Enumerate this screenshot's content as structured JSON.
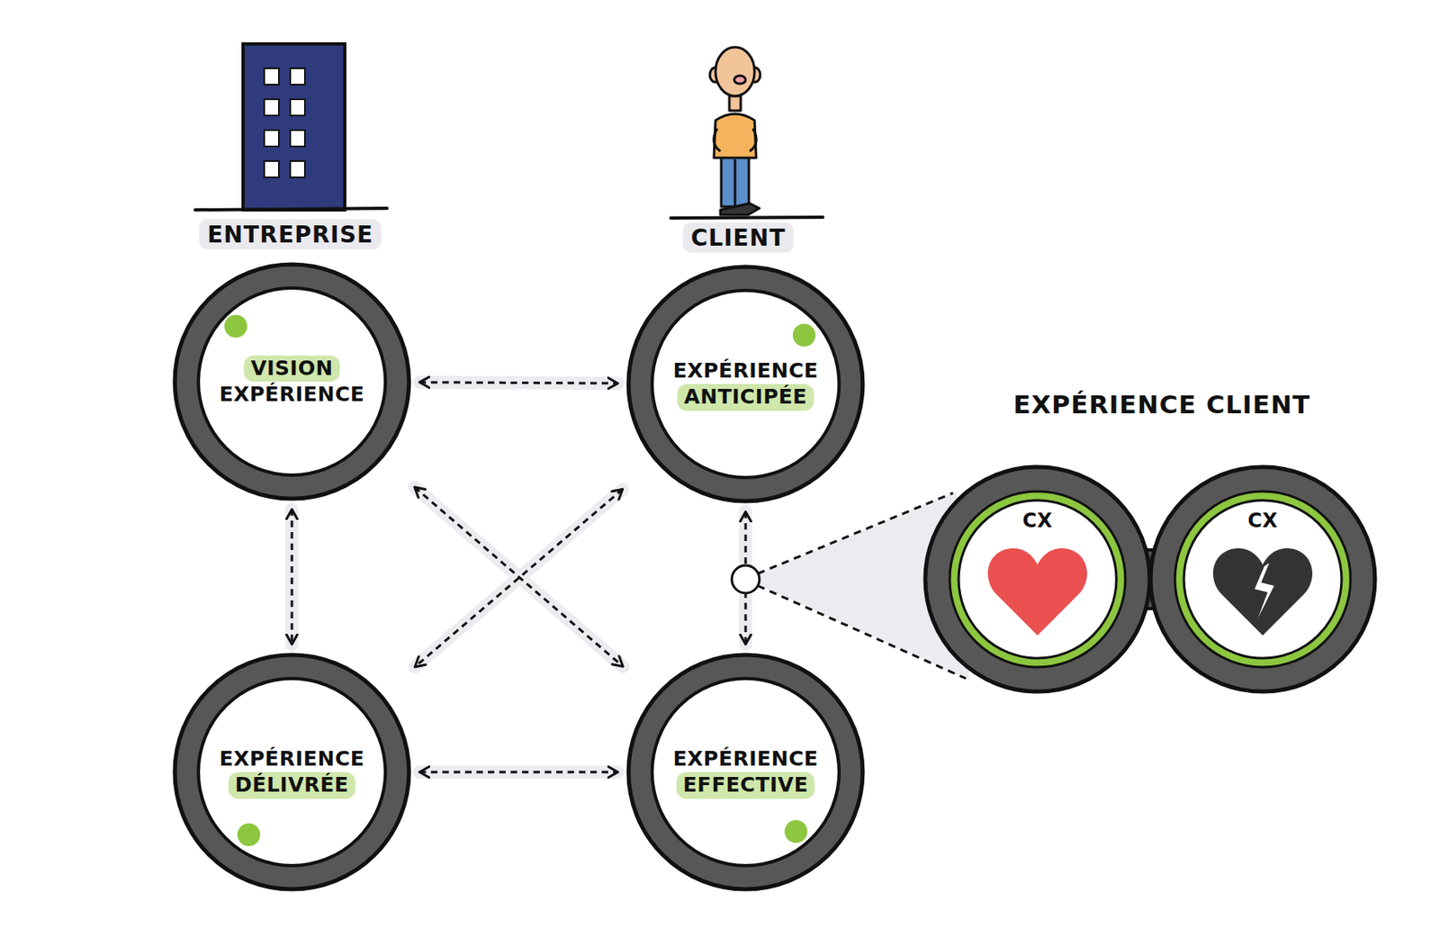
{
  "diagram": {
    "nodes": [
      {
        "text": [
          "VISION",
          "EXPÉRIENCE"
        ]
      },
      {
        "text": [
          "EXPÉRIENCE",
          "ANTICIPÉE"
        ]
      },
      {
        "text": [
          "EXPÉRIENCE",
          "DÉLIVRÉE"
        ]
      },
      {
        "text": [
          "EXPÉRIENCE",
          "EFFECTIVE"
        ]
      },
      {
        "text": [
          "CX"
        ]
      },
      {
        "text": [
          "CX"
        ]
      }
    ],
    "edges": [
      {
        "from": 0,
        "to": 1,
        "arrow": "both"
      },
      {
        "from": 0,
        "to": 2,
        "arrow": "both"
      },
      {
        "from": 1,
        "to": 3,
        "arrow": "both"
      },
      {
        "from": 2,
        "to": 3,
        "arrow": "both"
      },
      {
        "from": 0,
        "to": 3,
        "arrow": "both"
      },
      {
        "from": 1,
        "to": 2,
        "arrow": "both"
      }
    ],
    "labels": [
      "ENTREPRISE",
      "CLIENT",
      "EXPÉRIENCE CLIENT"
    ]
  }
}
